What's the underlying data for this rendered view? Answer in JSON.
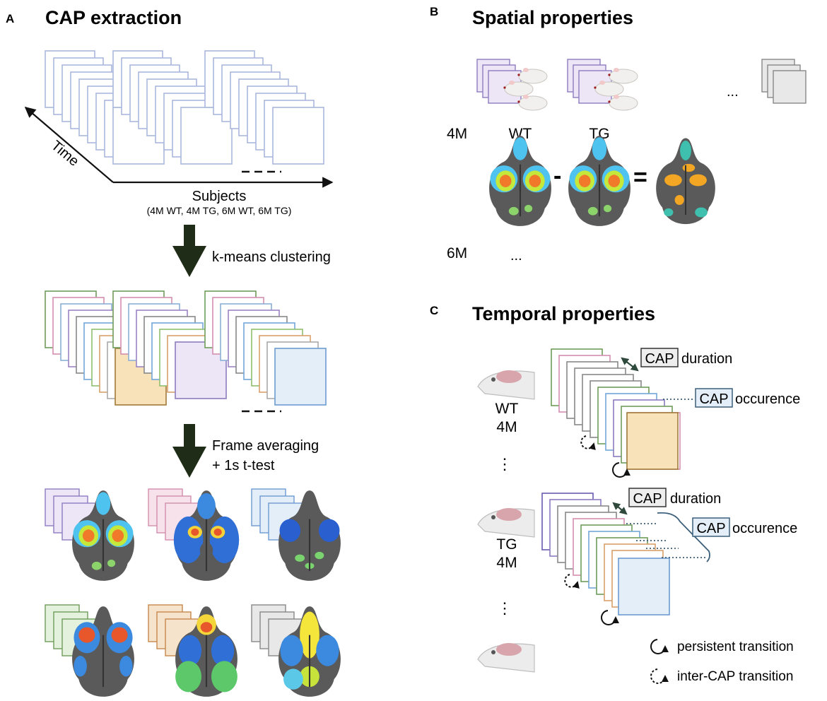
{
  "panel_a": {
    "letter": "A",
    "title": "CAP extraction",
    "time_label": "Time",
    "subjects_label": "Subjects",
    "subjects_detail": "(4M WT, 4M TG, 6M WT, 6M TG)",
    "step1": "k-means clustering",
    "step2_line1": "Frame averaging",
    "step2_line2": "+ 1s t-test"
  },
  "panel_b": {
    "letter": "B",
    "title": "Spatial properties",
    "ellipsis": "...",
    "row1_label": "4M",
    "group1": "WT",
    "group2": "TG",
    "minus": "-",
    "equals": "=",
    "row2_label": "6M",
    "row2_ellipsis": "..."
  },
  "panel_c": {
    "letter": "C",
    "title": "Temporal properties",
    "wt": {
      "line1": "WT",
      "line2": "4M"
    },
    "tg": {
      "line1": "TG",
      "line2": "4M"
    },
    "vdots": "⋮",
    "cap_word": "CAP",
    "duration": "duration",
    "occurence": "occurence",
    "legend_persistent": "persistent transition",
    "legend_inter": "inter-CAP transition"
  },
  "colors": {
    "frame_blue": "#a9b8dc",
    "arrow_dark": "#1f2d18",
    "cap_purple": "#ece6f6",
    "cap_pink": "#f7e2ec",
    "cap_lightblue": "#e3eef9",
    "cap_green": "#e4f2dd",
    "cap_orange": "#f6e3cc",
    "cap_gray": "#e8e8e8",
    "cap_tan": "#f7e2b9"
  }
}
